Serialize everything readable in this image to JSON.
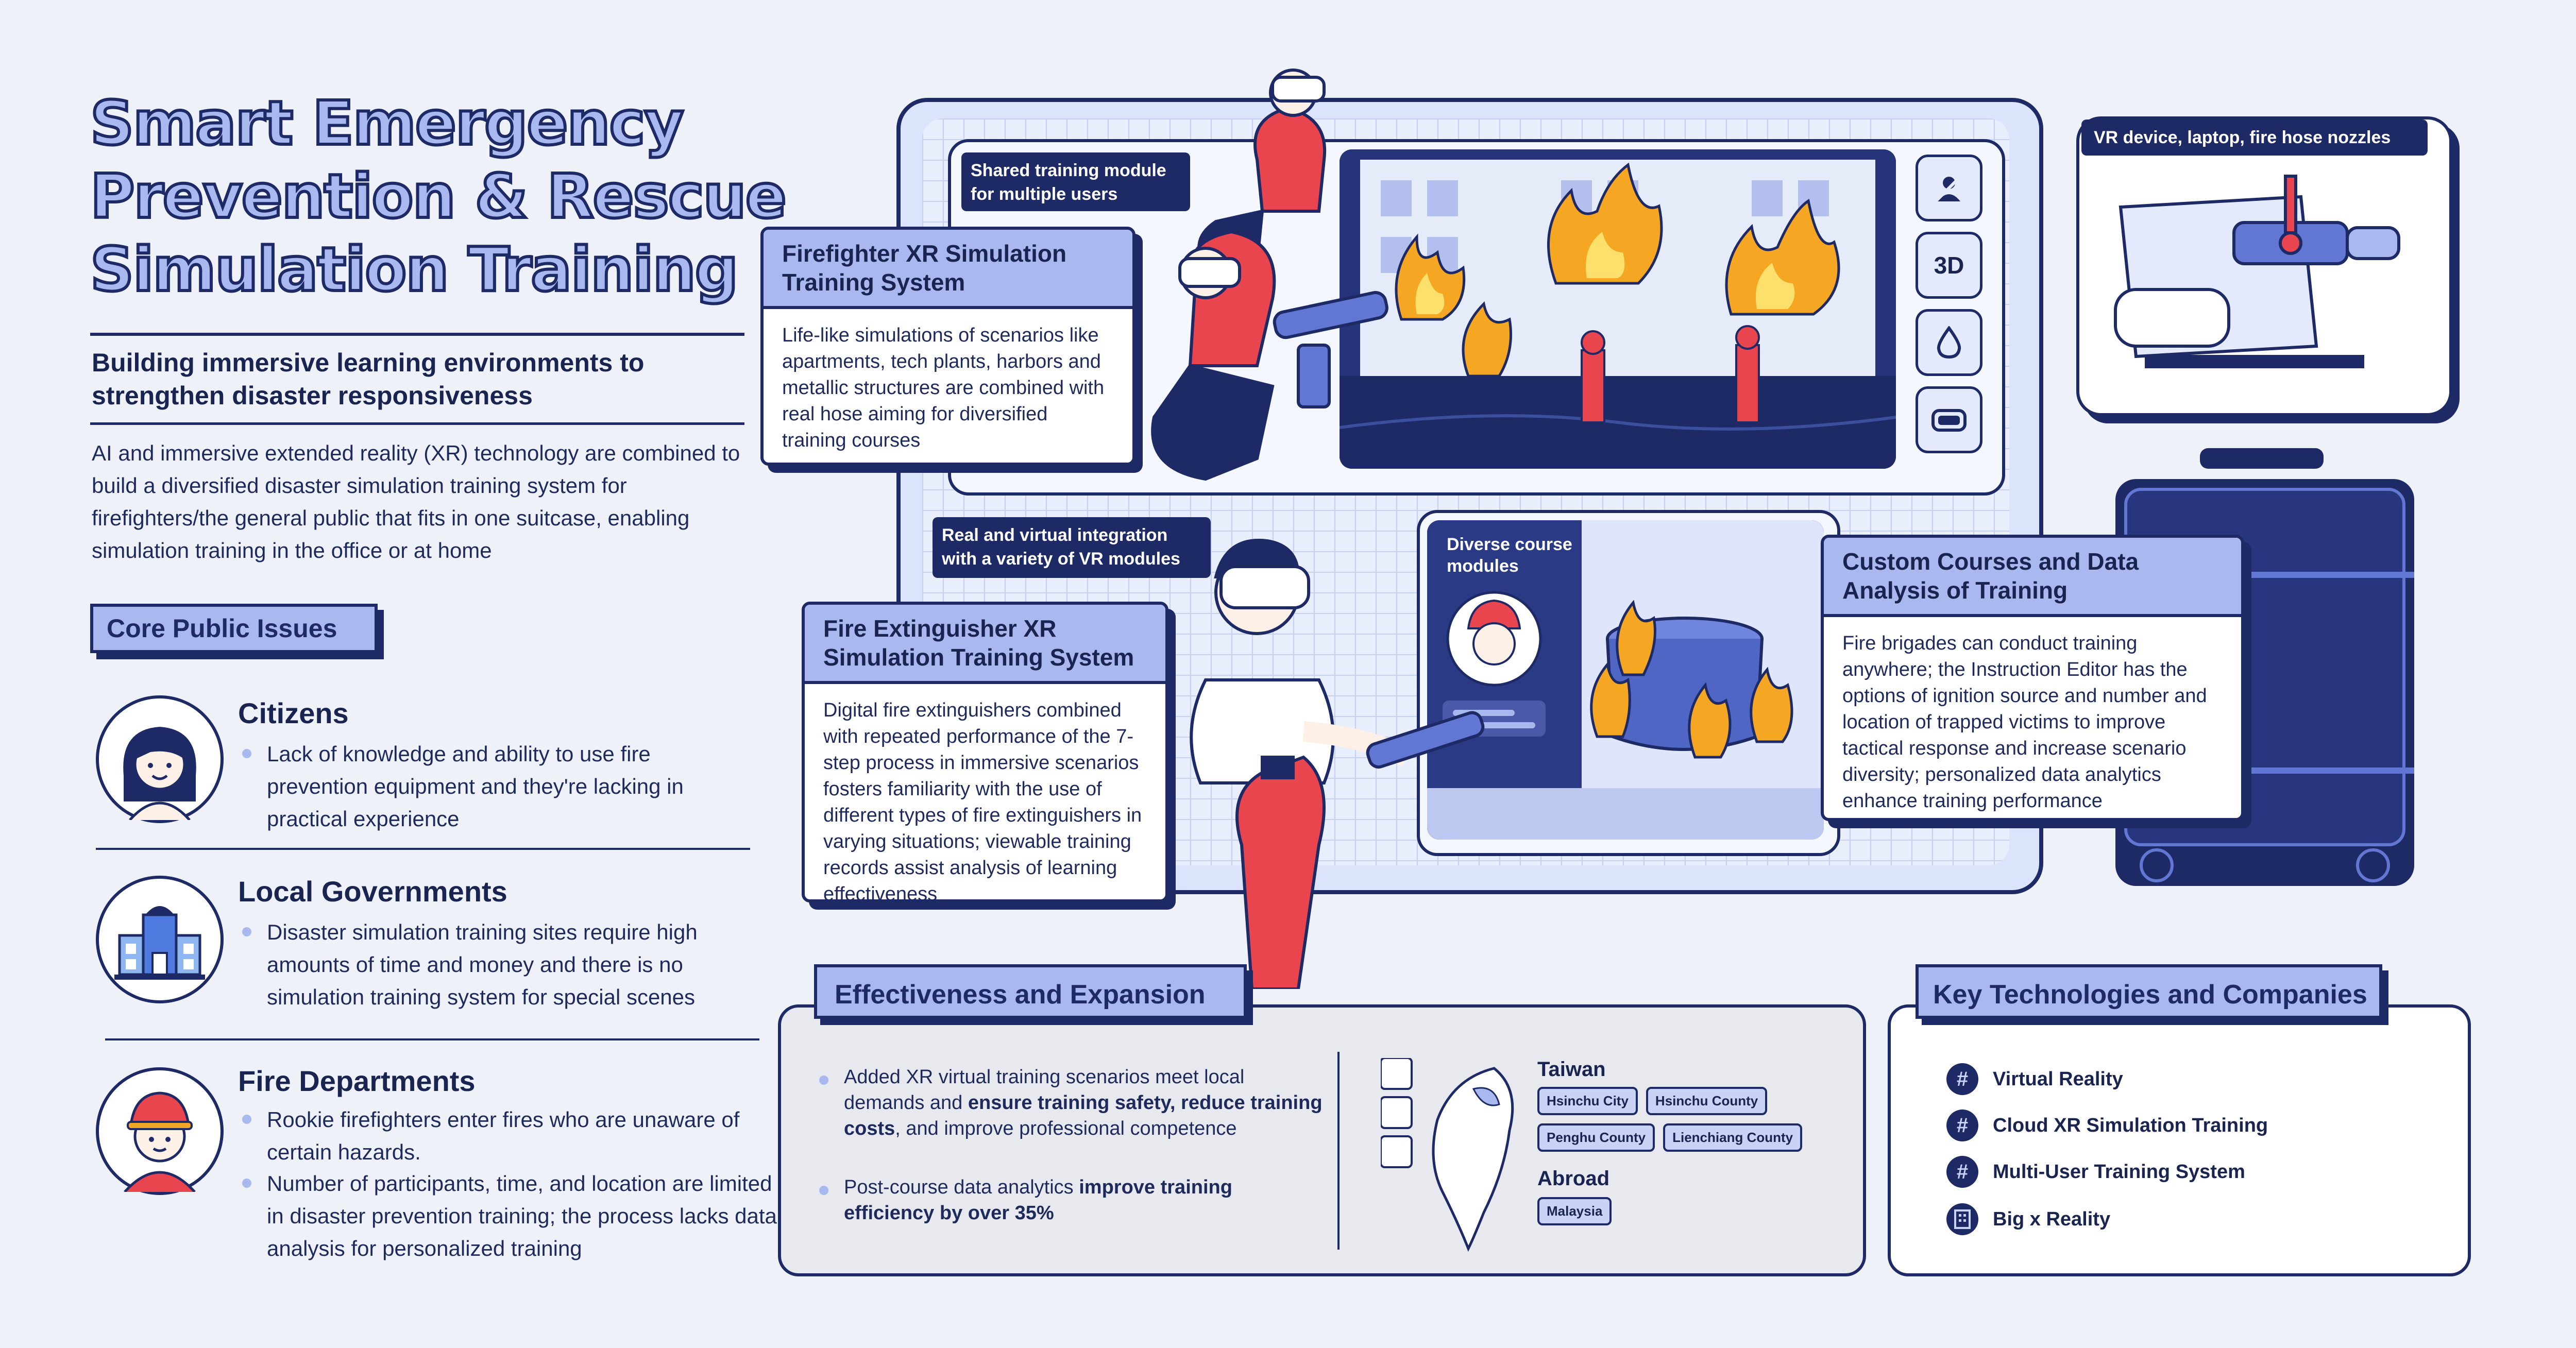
{
  "title": {
    "line1": "Smart Emergency",
    "line2": "Prevention & Rescue",
    "line3": "Simulation Training"
  },
  "subtitle": "Building immersive learning environments to strengthen disaster responsiveness",
  "intro": "AI and immersive extended reality (XR) technology are combined to build a diversified disaster simulation training system for firefighters/the general public that fits in one suitcase, enabling simulation training in the office or at home",
  "core_issues": {
    "heading": "Core Public Issues",
    "items": [
      {
        "title": "Citizens",
        "points": [
          "Lack of knowledge and ability to use fire prevention equipment and they're lacking in practical experience"
        ]
      },
      {
        "title": "Local Governments",
        "points": [
          "Disaster simulation training sites require high amounts of time and money and there is no simulation training system for special scenes"
        ]
      },
      {
        "title": "Fire Departments",
        "points": [
          "Rookie firefighters enter fires who are unaware of certain hazards.",
          "Number of participants, time, and location are limited in disaster prevention training; the process lacks data analysis for personalized training"
        ]
      }
    ]
  },
  "labels": {
    "shared_module": "Shared training module for multiple users",
    "real_virtual": "Real and virtual integration with a variety of VR modules",
    "diverse_modules": "Diverse course modules",
    "devices": "VR device, laptop, fire hose nozzles",
    "btn_3d": "3D"
  },
  "cards": {
    "firefighter": {
      "title": "Firefighter XR Simulation Training System",
      "body": "Life-like simulations of scenarios like apartments, tech plants, harbors and metallic structures are combined with real hose aiming for diversified training courses"
    },
    "extinguisher": {
      "title": "Fire Extinguisher XR Simulation Training System",
      "body": "Digital fire extinguishers combined with repeated performance of the 7-step process in immersive scenarios fosters familiarity with the use of different types of fire extinguishers in varying situations; viewable training records assist analysis of learning effectiveness"
    },
    "custom": {
      "title": "Custom Courses and Data Analysis of Training",
      "body": "Fire brigades can conduct training anywhere; the Instruction Editor has the options of ignition source and number and location of trapped victims to improve tactical response and increase scenario diversity; personalized data analytics enhance training performance"
    }
  },
  "effectiveness": {
    "heading": "Effectiveness and Expansion",
    "point1": {
      "a": "Added XR virtual training scenarios meet local demands and ",
      "b": "ensure training safety, reduce training costs",
      "c": ", and improve professional competence"
    },
    "point2": {
      "a": "Post-course data analytics ",
      "b": "improve training efficiency by over 35%"
    },
    "taiwan_label": "Taiwan",
    "taiwan_chips": [
      "Hsinchu City",
      "Hsinchu County",
      "Penghu County",
      "Lienchiang County"
    ],
    "abroad_label": "Abroad",
    "abroad_chips": [
      "Malaysia"
    ]
  },
  "key_tech": {
    "heading": "Key Technologies and Companies",
    "items": [
      {
        "icon": "hashtag-icon",
        "label": "Virtual Reality"
      },
      {
        "icon": "hashtag-icon",
        "label": "Cloud XR Simulation Training"
      },
      {
        "icon": "hashtag-icon",
        "label": "Multi-User Training System"
      },
      {
        "icon": "building-icon",
        "label": "Big x Reality"
      }
    ]
  },
  "colors": {
    "navy": "#1d2a66",
    "lavender": "#a9b8ee",
    "red": "#e8454f",
    "flame": "#f5a623",
    "background": "#eef1f7"
  }
}
